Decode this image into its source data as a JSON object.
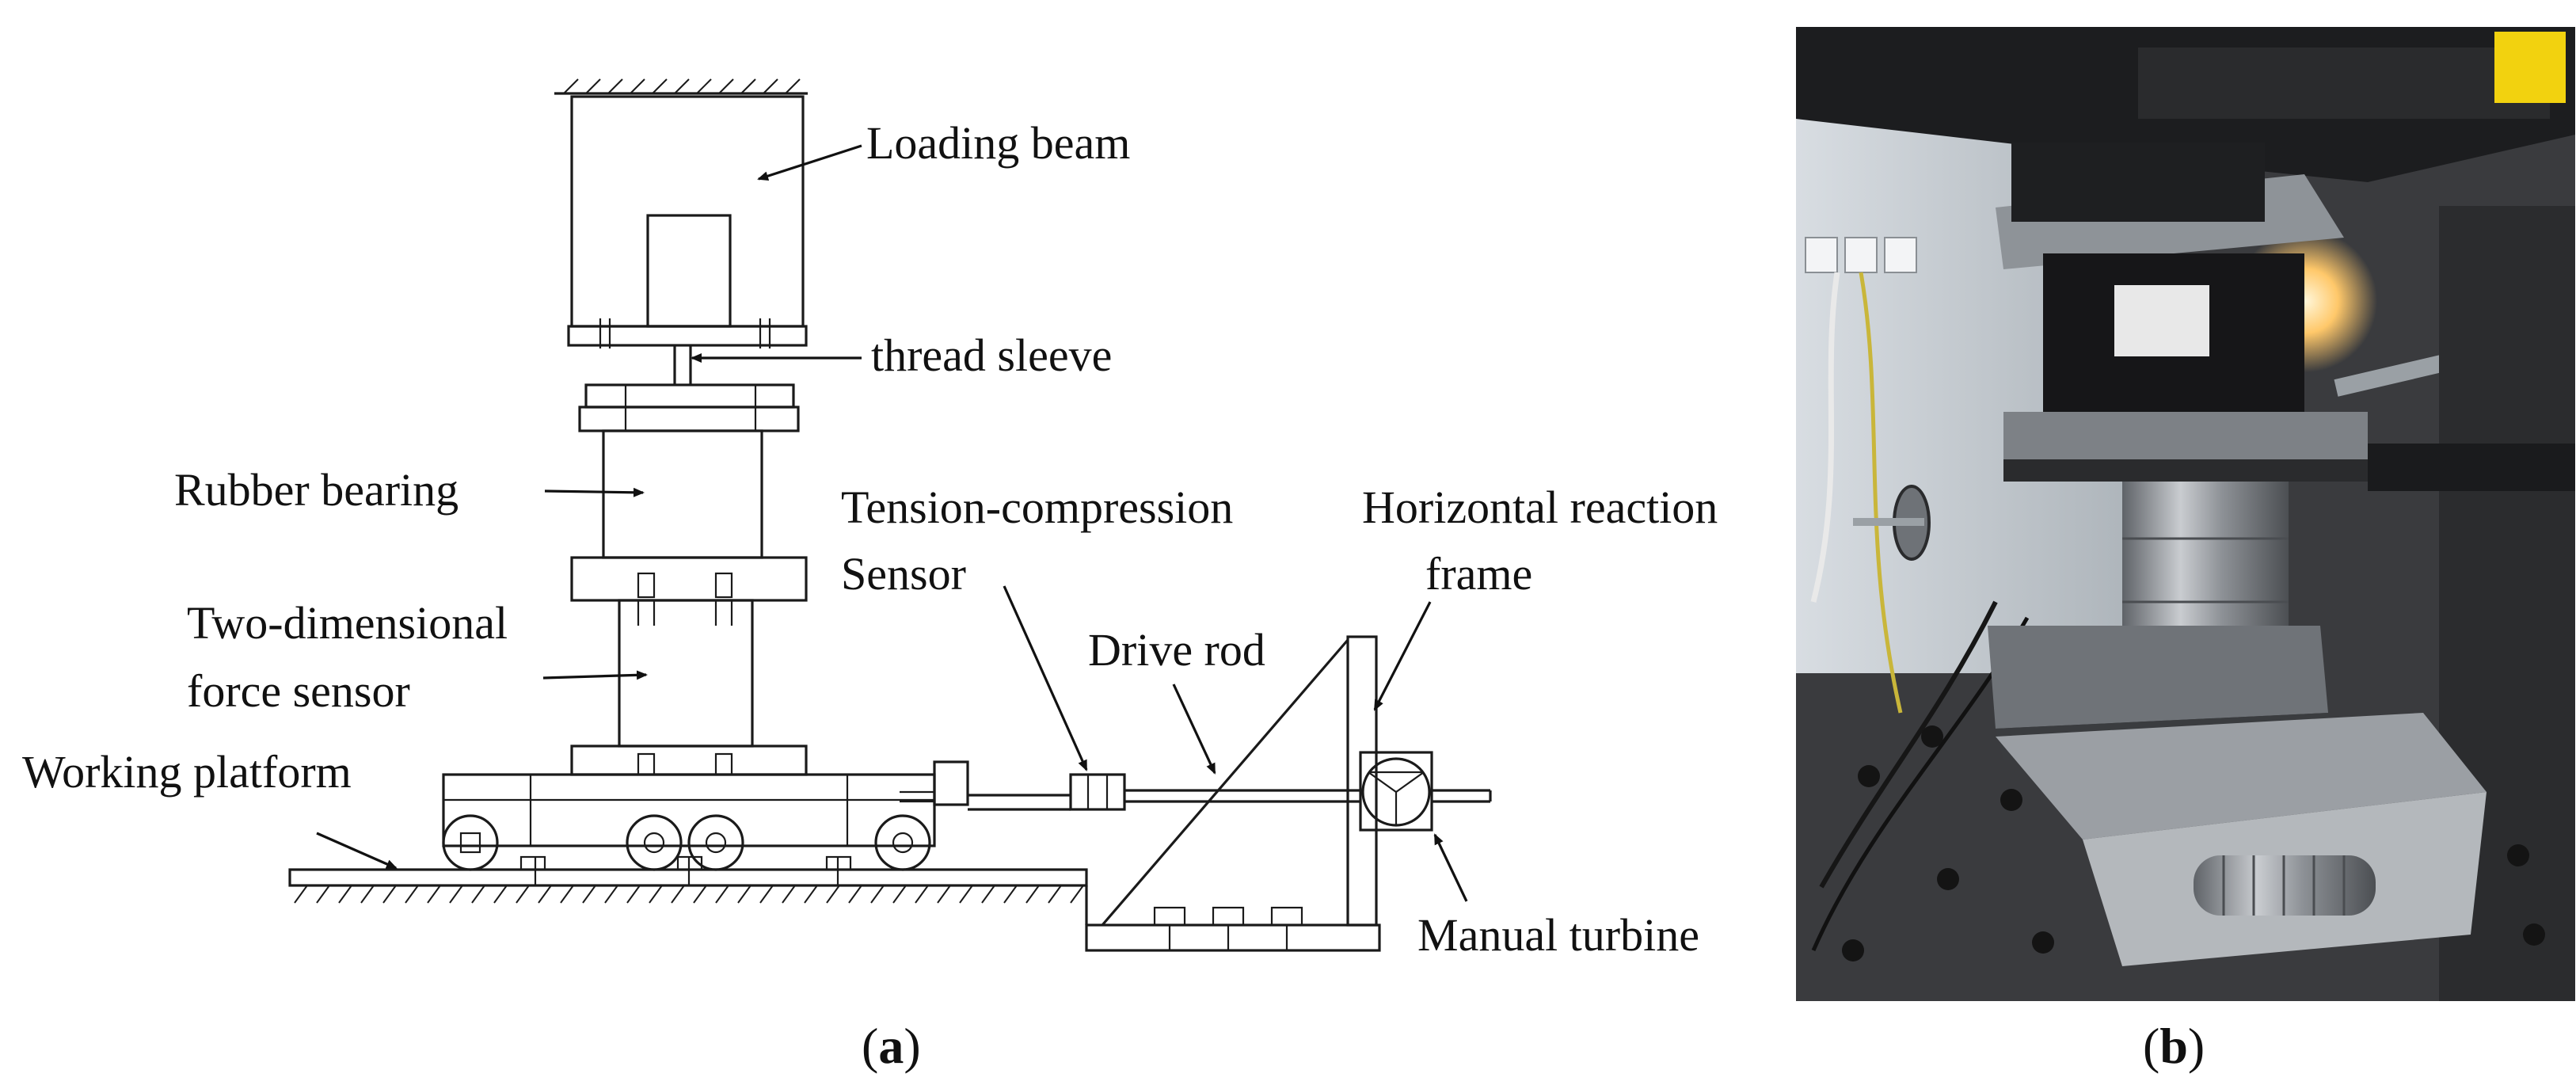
{
  "labels": {
    "loading_beam": "Loading beam",
    "thread_sleeve": "thread sleeve",
    "rubber_bearing": "Rubber bearing",
    "tension_line1": "Tension-compression",
    "tension_line2": "Sensor",
    "horizontal_line1": "Horizontal reaction",
    "horizontal_line2": "frame",
    "two_dim_line1": "Two-dimensional",
    "two_dim_line2": "force sensor",
    "drive_rod": "Drive rod",
    "working_platform": "Working platform",
    "manual_turbine": "Manual turbine"
  },
  "captions": {
    "a_open": "(",
    "a_letter": "a",
    "a_close": ")",
    "b_open": "(",
    "b_letter": "b",
    "b_close": ")"
  },
  "colors": {
    "line": "#1a1a1a",
    "photo_bg": "#3a3b3e",
    "steel": "#9a9ea3",
    "lamp": "#ffd27a"
  }
}
